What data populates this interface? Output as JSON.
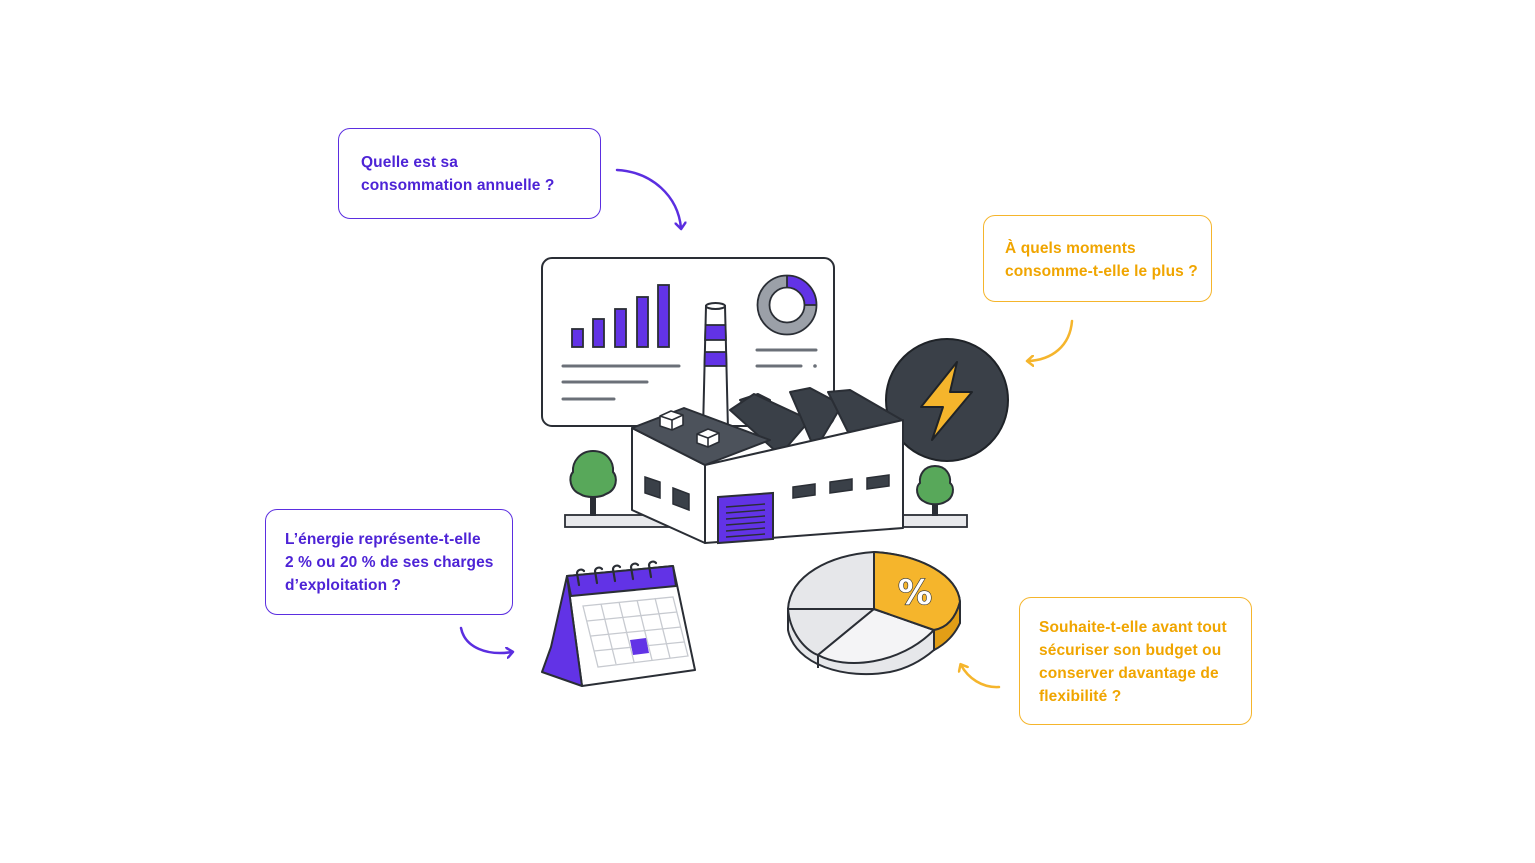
{
  "questions": {
    "consumption": {
      "line1": "Quelle est sa",
      "line2": "consommation annuelle ?"
    },
    "moments": {
      "line1": "À quels moments",
      "line2": "consomme-t-elle le plus ?"
    },
    "share": {
      "line1": "L’énergie représente-t-elle",
      "line2": "2 % ou 20 % de ses charges",
      "line3": "d’exploitation ?"
    },
    "security": {
      "line1": "Souhaite-t-elle avant tout",
      "line2": "sécuriser son budget ou",
      "line3": "conserver davantage de",
      "line4": "flexibilité ?"
    }
  },
  "pie": {
    "label": "%"
  },
  "colors": {
    "purple": "#5b2ee0",
    "amber": "#f5b52c",
    "dark": "#3a4048",
    "green": "#58a85a",
    "grey": "#9ba0a8"
  },
  "icons": [
    "factory-icon",
    "dashboard-icon",
    "bar-chart-icon",
    "donut-chart-icon",
    "lightning-icon",
    "calendar-icon",
    "pie-chart-icon",
    "tree-icon"
  ]
}
